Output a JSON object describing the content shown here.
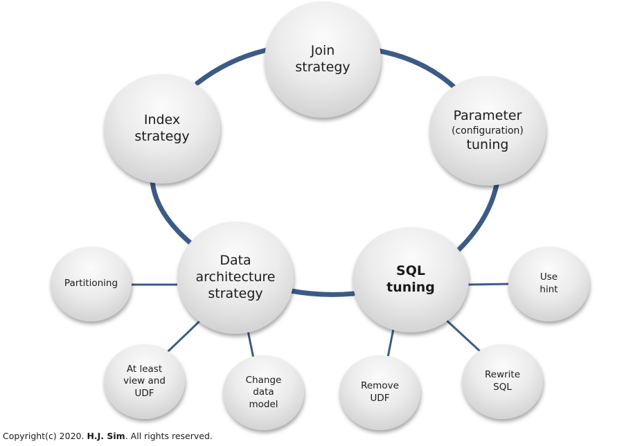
{
  "main_nodes": {
    "join": [
      "Join",
      "strategy"
    ],
    "index": [
      "Index",
      "strategy"
    ],
    "parameter": [
      "Parameter",
      "(configuration)",
      "tuning"
    ],
    "data_arch": [
      "Data",
      "architecture",
      "strategy"
    ],
    "sql": [
      "SQL",
      "tuning"
    ]
  },
  "leaf_nodes": {
    "partitioning": [
      "Partitioning"
    ],
    "at_least": [
      "At least",
      "view and",
      "UDF"
    ],
    "change_model": [
      "Change",
      "data",
      "model"
    ],
    "remove_udf": [
      "Remove",
      "UDF"
    ],
    "rewrite_sql": [
      "Rewrite",
      "SQL"
    ],
    "use_hint": [
      "Use",
      "hint"
    ]
  },
  "copyright": {
    "prefix": "Copyright(c) 2020. ",
    "author": "H.J. Sim",
    "suffix": ". All rights reserved."
  },
  "colors": {
    "ring": "#3b5b87",
    "connector": "#3b5b87"
  }
}
